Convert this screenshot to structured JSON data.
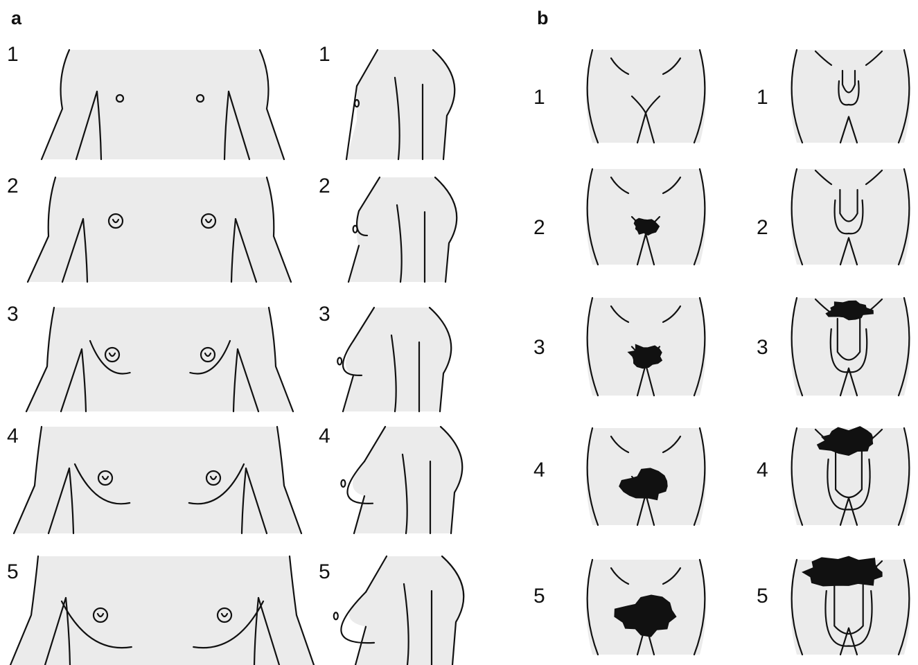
{
  "figure": {
    "panels": [
      {
        "letter": "a",
        "stages": [
          {
            "front": "1",
            "side": "1"
          },
          {
            "front": "2",
            "side": "2"
          },
          {
            "front": "3",
            "side": "3"
          },
          {
            "front": "4",
            "side": "4"
          },
          {
            "front": "5",
            "side": "5"
          }
        ]
      },
      {
        "letter": "b",
        "stages": [
          {
            "female": "1",
            "male": "1"
          },
          {
            "female": "2",
            "male": "2"
          },
          {
            "female": "3",
            "male": "3"
          },
          {
            "female": "4",
            "male": "4"
          },
          {
            "female": "5",
            "male": "5"
          }
        ]
      }
    ],
    "colors": {
      "skin": "#ebebeb",
      "line": "#111111",
      "hair": "#111111"
    }
  }
}
